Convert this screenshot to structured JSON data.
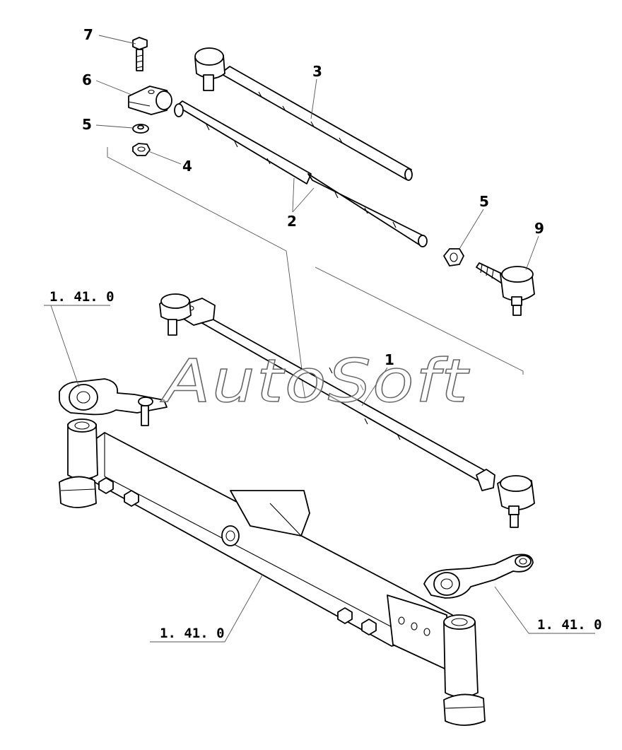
{
  "watermark": "AutoSoft",
  "callouts": {
    "c1": "1",
    "c2": "2",
    "c3": "3",
    "c4": "4",
    "c5a": "5",
    "c5b": "5",
    "c6": "6",
    "c7": "7",
    "c9": "9"
  },
  "references": {
    "left": "1. 41. 0",
    "bottom": "1. 41. 0",
    "right": "1. 41. 0"
  }
}
